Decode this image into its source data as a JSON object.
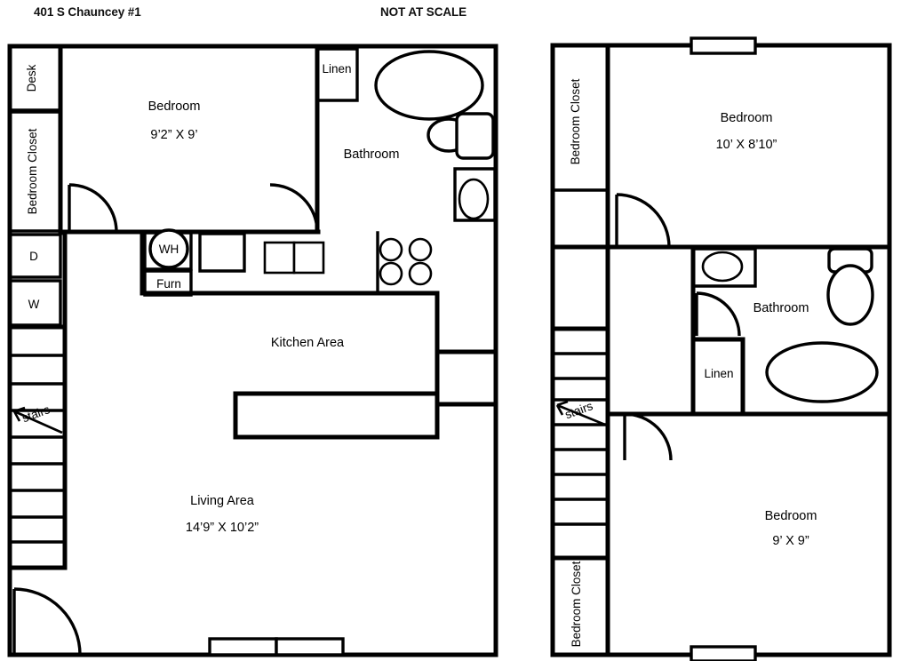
{
  "header": {
    "address": "401 S Chauncey #1",
    "scale_note": "NOT AT SCALE"
  },
  "plans": {
    "first_floor": {
      "rooms": {
        "bedroom_name": "Bedroom",
        "bedroom_dims": "9’2” X 9’",
        "bathroom_name": "Bathroom",
        "kitchen_name": "Kitchen Area",
        "living_name": "Living Area",
        "living_dims": "14’9” X 10’2”"
      },
      "labels": {
        "desk": "Desk",
        "bedroom_closet": "Bedroom Closet",
        "linen": "Linen",
        "dryer": "D",
        "washer": "W",
        "water_heater": "WH",
        "furnace": "Furn",
        "stairs": "stairs"
      }
    },
    "second_floor": {
      "rooms": {
        "bedroom_top_name": "Bedroom",
        "bedroom_top_dims": "10’ X 8’10”",
        "bathroom_name": "Bathroom",
        "bedroom_bottom_name": "Bedroom",
        "bedroom_bottom_dims": "9’ X 9”"
      },
      "labels": {
        "bedroom_closet_top": "Bedroom Closet",
        "bedroom_closet_bottom": "Bedroom Closet",
        "linen": "Linen",
        "stairs": "stairs"
      }
    }
  },
  "colors": {
    "wall": "#000000",
    "background": "#ffffff",
    "text": "#000000"
  }
}
